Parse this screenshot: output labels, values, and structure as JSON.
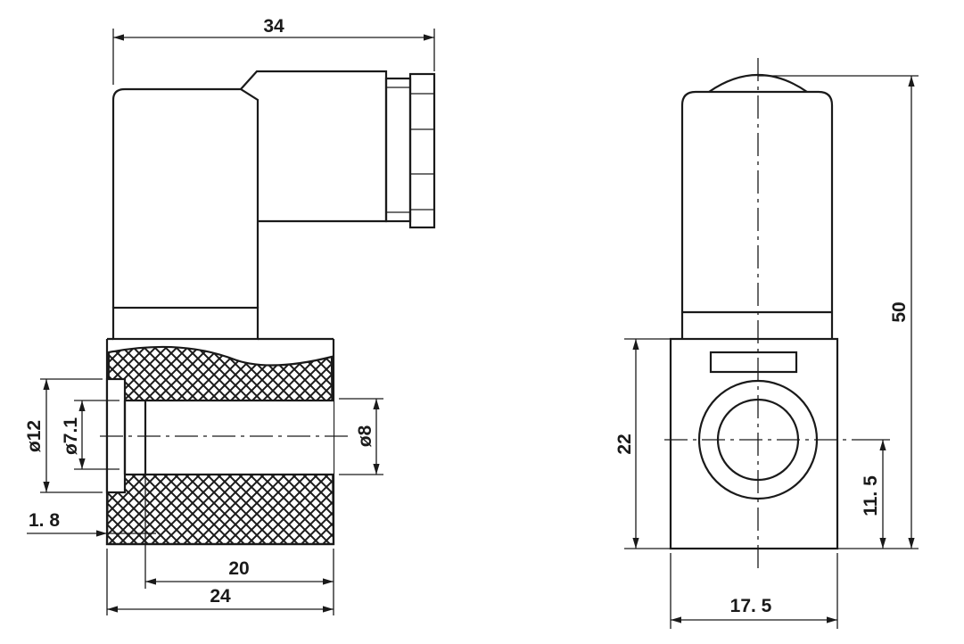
{
  "side_view": {
    "dims": {
      "overall_width": "34",
      "outer_diameter": "ø12",
      "inner_diameter": "ø7.1",
      "bore_diameter": "ø8",
      "flange_thickness": "1. 8",
      "bore_length": "20",
      "coil_length": "24"
    }
  },
  "front_view": {
    "dims": {
      "total_height": "50",
      "coil_height": "22",
      "center_height": "11. 5",
      "coil_width": "17. 5"
    }
  }
}
